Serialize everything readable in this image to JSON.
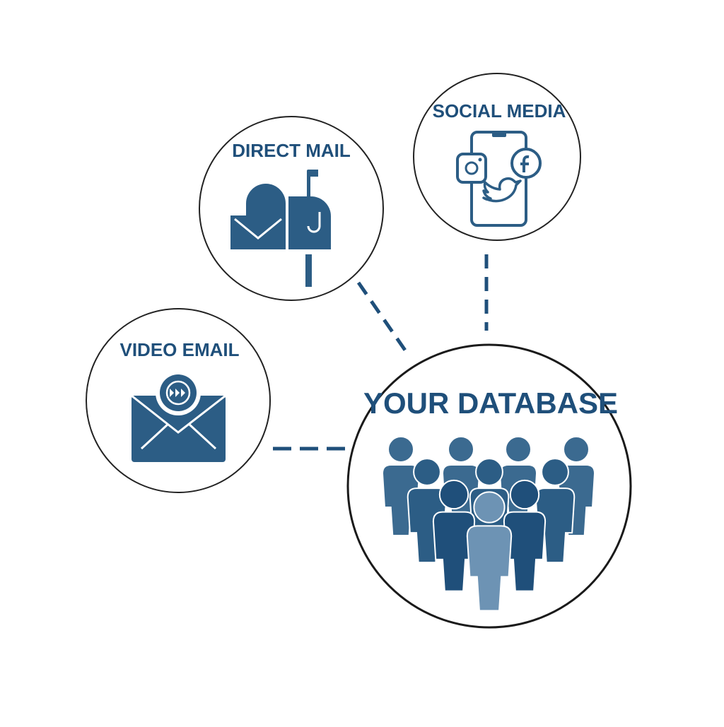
{
  "diagram": {
    "hub": {
      "label": "YOUR DATABASE"
    },
    "channels": [
      {
        "key": "video-email",
        "label": "VIDEO EMAIL"
      },
      {
        "key": "direct-mail",
        "label": "DIRECT MAIL"
      },
      {
        "key": "social-media",
        "label": "SOCIAL MEDIA"
      }
    ]
  },
  "colors": {
    "primary": "#2c5d85",
    "dark": "#1f4f7a",
    "mid": "#3b6a90",
    "light": "#6d93b4",
    "outline": "#222222",
    "background": "#ffffff"
  }
}
